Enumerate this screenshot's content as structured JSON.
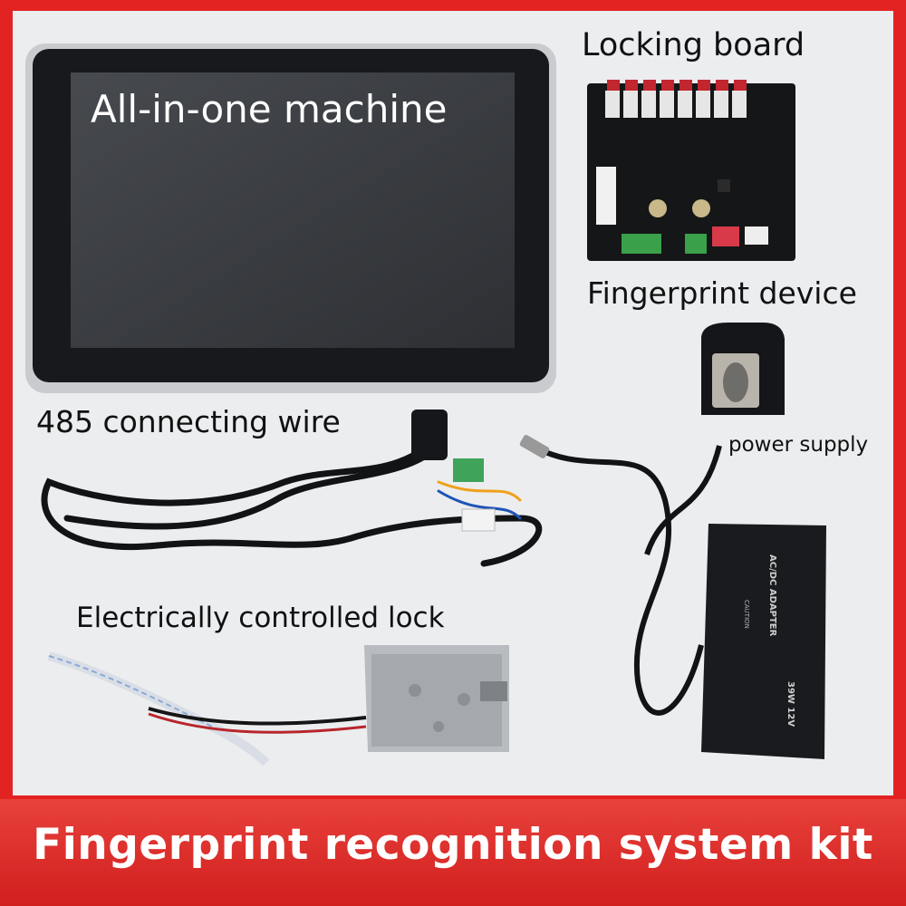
{
  "labels": {
    "all_in_one": "All-in-one machine",
    "locking_board": "Locking board",
    "fingerprint_device": "Fingerprint device",
    "wire_485": "485 connecting wire",
    "power_supply": "power supply",
    "electric_lock": "Electrically controlled lock"
  },
  "adapter": {
    "brand": "AC/DC ADAPTER",
    "rating": "39W  12V",
    "caution": "CAUTION"
  },
  "banner": {
    "title": "Fingerprint recognition system kit"
  },
  "colors": {
    "frame": "#e32322",
    "background": "#ecedef",
    "banner_text": "#ffffff"
  }
}
